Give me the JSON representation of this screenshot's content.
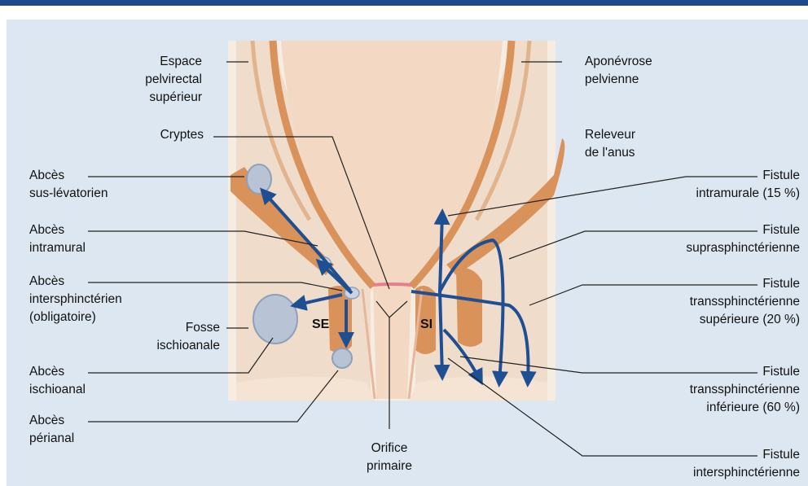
{
  "colors": {
    "top_bar": "#1c4a8c",
    "panel_background": "#dde7f1",
    "arrow_blue": "#1e4f92",
    "muscle_orange": "#d9925a",
    "skin": "#f3d9c3",
    "abscess_grey": "#b8c4d6"
  },
  "labels_left": {
    "espace_pelvirectal": "Espace\npelvirectal\nsupérieur",
    "cryptes": "Cryptes",
    "abces_sus_levatorien": "Abcès\nsus-lévatorien",
    "abces_intramural": "Abcès\nintramural",
    "abces_intersphincterien": "Abcès\nintersphinctérien\n(obligatoire)",
    "fosse_ischioanale": "Fosse\nischioanale",
    "abces_ischioanal": "Abcès\nischioanal",
    "abces_perianal": "Abcès\npérianal"
  },
  "labels_right": {
    "aponevrose_pelvienne": "Aponévrose\npelvienne",
    "releveur_anus": "Releveur\nde l'anus",
    "fistule_intramurale": "Fistule\nintramurale (15 %)",
    "fistule_suprasphincterienne": "Fistule\nsuprasphinctérienne",
    "fistule_transsphincterienne_superieure": "Fistule\ntranssphinctérienne\nsupérieure (20 %)",
    "fistule_transsphincterienne_inferieure": "Fistule\ntranssphinctérienne\ninférieure (60 %)",
    "fistule_intersphincterienne": "Fistule\nintersphinctérienne"
  },
  "labels_bottom": {
    "orifice_primaire": "Orifice\nprimaire"
  },
  "zones": {
    "se": "SE",
    "si": "SI"
  }
}
